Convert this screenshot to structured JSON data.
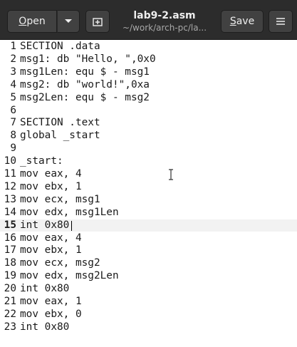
{
  "header": {
    "open_label": "Open",
    "save_label": "Save",
    "file_name": "lab9-2.asm",
    "file_path": "~/work/arch-pc/la..."
  },
  "editor": {
    "current_line": 15,
    "lines": [
      "SECTION .data",
      "msg1: db \"Hello, \",0x0",
      "msg1Len: equ $ - msg1",
      "msg2: db \"world!\",0xa",
      "msg2Len: equ $ - msg2",
      "",
      "SECTION .text",
      "global _start",
      "",
      "_start:",
      "mov eax, 4",
      "mov ebx, 1",
      "mov ecx, msg1",
      "mov edx, msg1Len",
      "int 0x80",
      "mov eax, 4",
      "mov ebx, 1",
      "mov ecx, msg2",
      "mov edx, msg2Len",
      "int 0x80",
      "mov eax, 1",
      "mov ebx, 0",
      "int 0x80"
    ]
  }
}
